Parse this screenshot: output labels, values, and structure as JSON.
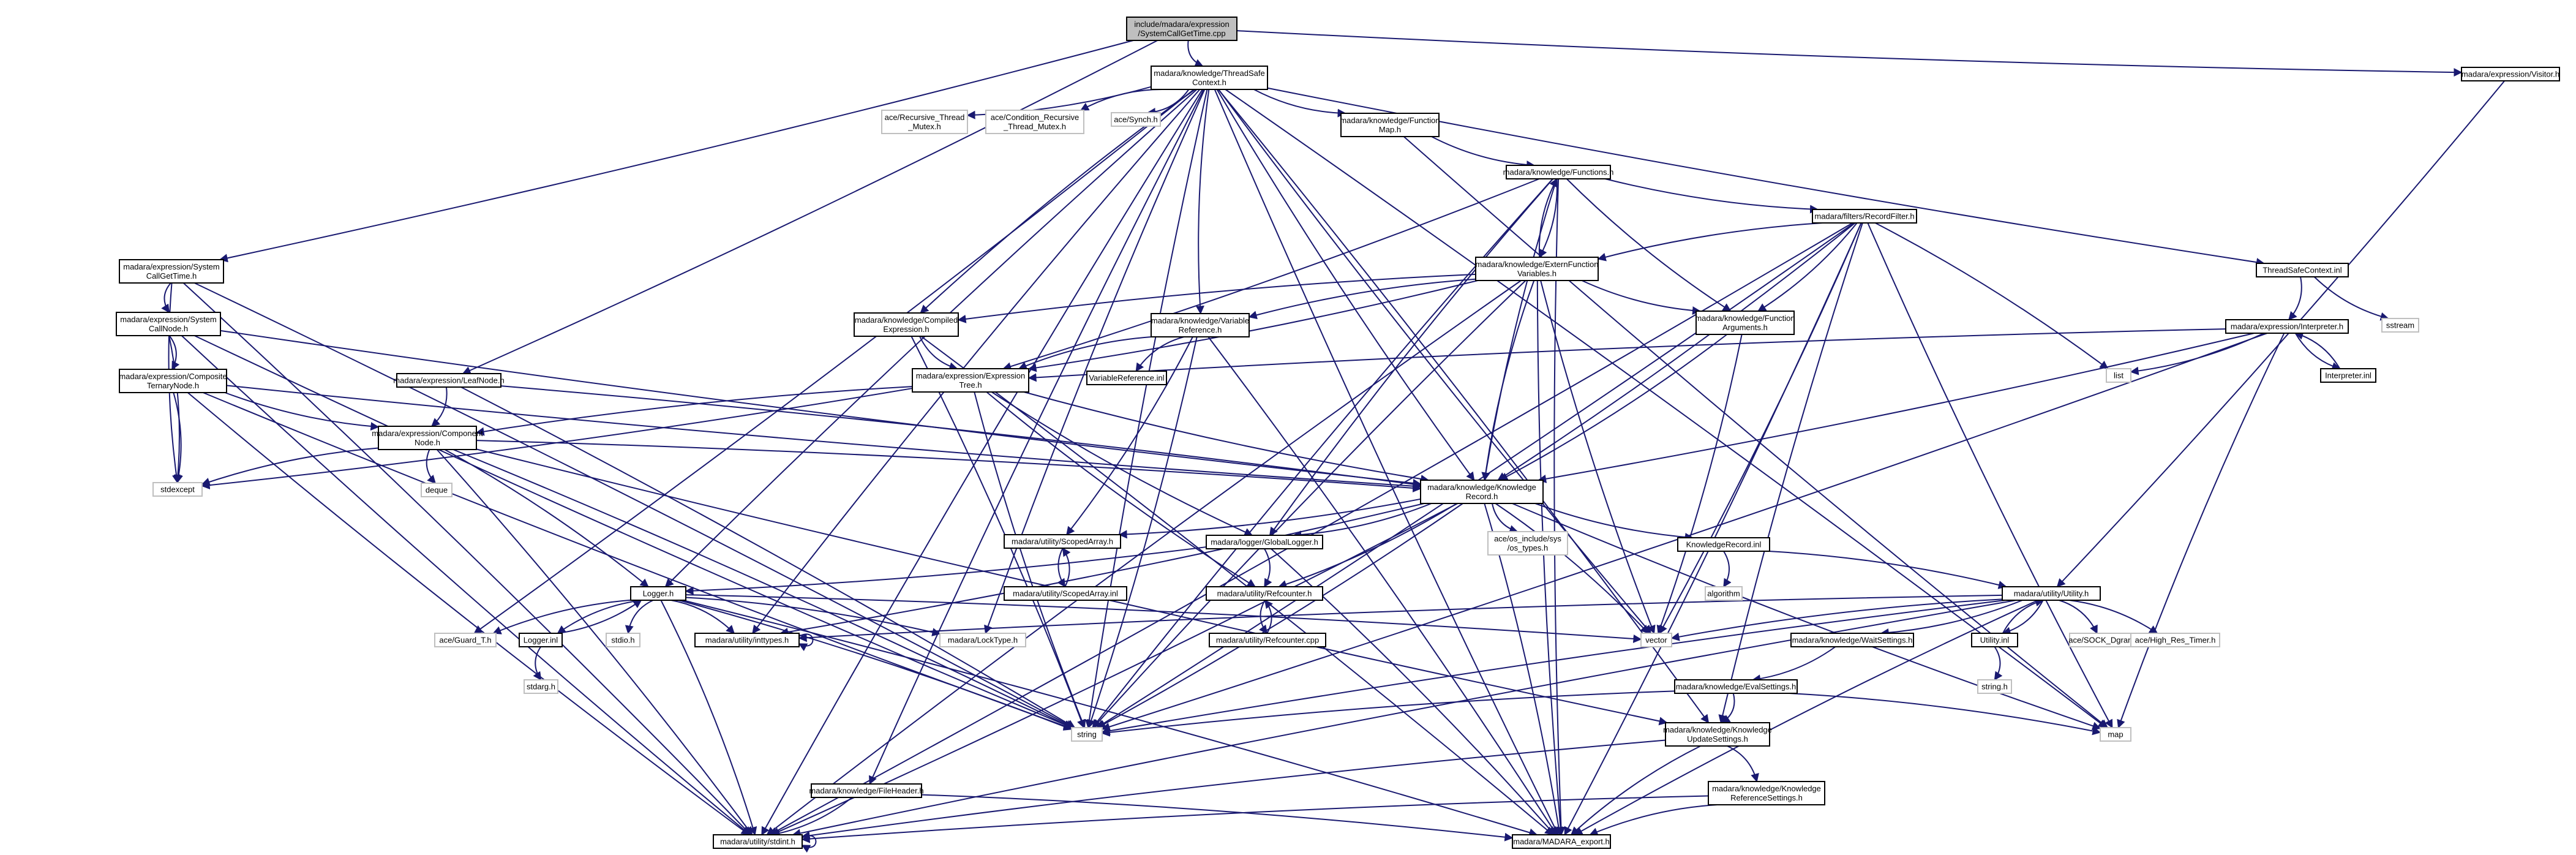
{
  "title": "include/madara/expression/SystemCallGetTime.cpp",
  "colors": {
    "root_fill": "#bfbfbf",
    "node_fill": "#ffffff",
    "node_border": "#000000",
    "external_border": "#bfbfbf",
    "edge": "#191970",
    "external_text": "#000000"
  },
  "nodes": [
    {
      "id": "root",
      "lines": [
        "include/madara/expression",
        "/SystemCallGetTime.cpp"
      ],
      "style": "root"
    },
    {
      "id": "tsc",
      "lines": [
        "madara/knowledge/ThreadSafe",
        "Context.h"
      ],
      "style": "node"
    },
    {
      "id": "visitor",
      "lines": [
        "madara/expression/Visitor.h"
      ],
      "style": "node"
    },
    {
      "id": "scgt",
      "lines": [
        "madara/expression/System",
        "CallGetTime.h"
      ],
      "style": "node"
    },
    {
      "id": "scn",
      "lines": [
        "madara/expression/System",
        "CallNode.h"
      ],
      "style": "node"
    },
    {
      "id": "ctn",
      "lines": [
        "madara/expression/Composite",
        "TernaryNode.h"
      ],
      "style": "node"
    },
    {
      "id": "leaf",
      "lines": [
        "madara/expression/LeafNode.h"
      ],
      "style": "node"
    },
    {
      "id": "comp",
      "lines": [
        "madara/expression/Component",
        "Node.h"
      ],
      "style": "node"
    },
    {
      "id": "rtm",
      "lines": [
        "ace/Recursive_Thread",
        "_Mutex.h"
      ],
      "style": "ext"
    },
    {
      "id": "crtm",
      "lines": [
        "ace/Condition_Recursive",
        "_Thread_Mutex.h"
      ],
      "style": "ext"
    },
    {
      "id": "synch",
      "lines": [
        "ace/Synch.h"
      ],
      "style": "ext"
    },
    {
      "id": "fmap",
      "lines": [
        "madara/knowledge/Function",
        "Map.h"
      ],
      "style": "node"
    },
    {
      "id": "funcs",
      "lines": [
        "madara/knowledge/Functions.h"
      ],
      "style": "node"
    },
    {
      "id": "rf",
      "lines": [
        "madara/filters/RecordFilter.h"
      ],
      "style": "node"
    },
    {
      "id": "efv",
      "lines": [
        "madara/knowledge/ExternFunction",
        "Variables.h"
      ],
      "style": "node"
    },
    {
      "id": "cexp",
      "lines": [
        "madara/knowledge/Compiled",
        "Expression.h"
      ],
      "style": "node"
    },
    {
      "id": "vref",
      "lines": [
        "madara/knowledge/Variable",
        "Reference.h"
      ],
      "style": "node"
    },
    {
      "id": "farg",
      "lines": [
        "madara/knowledge/Function",
        "Arguments.h"
      ],
      "style": "node"
    },
    {
      "id": "tsci",
      "lines": [
        "ThreadSafeContext.inl"
      ],
      "style": "node"
    },
    {
      "id": "sstream",
      "lines": [
        "sstream"
      ],
      "style": "ext"
    },
    {
      "id": "interp",
      "lines": [
        "madara/expression/Interpreter.h"
      ],
      "style": "node"
    },
    {
      "id": "list",
      "lines": [
        "list"
      ],
      "style": "ext"
    },
    {
      "id": "interpi",
      "lines": [
        "Interpreter.inl"
      ],
      "style": "node"
    },
    {
      "id": "etree",
      "lines": [
        "madara/expression/Expression",
        "Tree.h"
      ],
      "style": "node"
    },
    {
      "id": "vrefi",
      "lines": [
        "VariableReference.inl"
      ],
      "style": "node"
    },
    {
      "id": "stdexcept",
      "lines": [
        "stdexcept"
      ],
      "style": "ext"
    },
    {
      "id": "deque",
      "lines": [
        "deque"
      ],
      "style": "ext"
    },
    {
      "id": "kr",
      "lines": [
        "madara/knowledge/Knowledge",
        "Record.h"
      ],
      "style": "node"
    },
    {
      "id": "ostypes",
      "lines": [
        "ace/os_include/sys",
        "/os_types.h"
      ],
      "style": "ext"
    },
    {
      "id": "kri",
      "lines": [
        "KnowledgeRecord.inl"
      ],
      "style": "node"
    },
    {
      "id": "algorithm",
      "lines": [
        "algorithm"
      ],
      "style": "ext"
    },
    {
      "id": "sarr",
      "lines": [
        "madara/utility/ScopedArray.h"
      ],
      "style": "node"
    },
    {
      "id": "sarri",
      "lines": [
        "madara/utility/ScopedArray.inl"
      ],
      "style": "node"
    },
    {
      "id": "glog",
      "lines": [
        "madara/logger/GlobalLogger.h"
      ],
      "style": "node"
    },
    {
      "id": "refc",
      "lines": [
        "madara/utility/Refcounter.h"
      ],
      "style": "node"
    },
    {
      "id": "refcc",
      "lines": [
        "madara/utility/Refcounter.cpp"
      ],
      "style": "node"
    },
    {
      "id": "utilh",
      "lines": [
        "madara/utility/Utility.h"
      ],
      "style": "node"
    },
    {
      "id": "logger",
      "lines": [
        "Logger.h"
      ],
      "style": "node"
    },
    {
      "id": "guard",
      "lines": [
        "ace/Guard_T.h"
      ],
      "style": "ext"
    },
    {
      "id": "loggeri",
      "lines": [
        "Logger.inl"
      ],
      "style": "node"
    },
    {
      "id": "stdio",
      "lines": [
        "stdio.h"
      ],
      "style": "ext"
    },
    {
      "id": "inttypes",
      "lines": [
        "madara/utility/inttypes.h"
      ],
      "style": "node"
    },
    {
      "id": "locktype",
      "lines": [
        "madara/LockType.h"
      ],
      "style": "ext"
    },
    {
      "id": "vector",
      "lines": [
        "vector"
      ],
      "style": "ext"
    },
    {
      "id": "stdarg",
      "lines": [
        "stdarg.h"
      ],
      "style": "ext"
    },
    {
      "id": "waits",
      "lines": [
        "madara/knowledge/WaitSettings.h"
      ],
      "style": "node"
    },
    {
      "id": "utili",
      "lines": [
        "Utility.inl"
      ],
      "style": "node"
    },
    {
      "id": "sockd",
      "lines": [
        "ace/SOCK_Dgram.h"
      ],
      "style": "ext"
    },
    {
      "id": "hrt",
      "lines": [
        "ace/High_Res_Timer.h"
      ],
      "style": "ext"
    },
    {
      "id": "stringh",
      "lines": [
        "string.h"
      ],
      "style": "ext"
    },
    {
      "id": "evals",
      "lines": [
        "madara/knowledge/EvalSettings.h"
      ],
      "style": "node"
    },
    {
      "id": "string",
      "lines": [
        "string"
      ],
      "style": "ext"
    },
    {
      "id": "kus",
      "lines": [
        "madara/knowledge/Knowledge",
        "UpdateSettings.h"
      ],
      "style": "node"
    },
    {
      "id": "map",
      "lines": [
        "map"
      ],
      "style": "ext"
    },
    {
      "id": "fh",
      "lines": [
        "madara/knowledge/FileHeader.h"
      ],
      "style": "node"
    },
    {
      "id": "krs",
      "lines": [
        "madara/knowledge/Knowledge",
        "ReferenceSettings.h"
      ],
      "style": "node"
    },
    {
      "id": "stdint",
      "lines": [
        "madara/utility/stdint.h"
      ],
      "style": "node"
    },
    {
      "id": "export",
      "lines": [
        "madara/MADARA_export.h"
      ],
      "style": "node"
    }
  ],
  "edges": [
    [
      "root",
      "tsc"
    ],
    [
      "root",
      "visitor"
    ],
    [
      "root",
      "scgt"
    ],
    [
      "root",
      "leaf"
    ],
    [
      "tsc",
      "rtm"
    ],
    [
      "tsc",
      "crtm"
    ],
    [
      "tsc",
      "synch"
    ],
    [
      "tsc",
      "fmap"
    ],
    [
      "tsc",
      "cexp"
    ],
    [
      "tsc",
      "vref"
    ],
    [
      "tsc",
      "tsci"
    ],
    [
      "tsc",
      "logger"
    ],
    [
      "tsc",
      "guard"
    ],
    [
      "tsc",
      "inttypes"
    ],
    [
      "tsc",
      "string"
    ],
    [
      "tsc",
      "kr"
    ],
    [
      "tsc",
      "vector"
    ],
    [
      "tsc",
      "kus"
    ],
    [
      "tsc",
      "map"
    ],
    [
      "tsc",
      "stdint"
    ],
    [
      "tsc",
      "export"
    ],
    [
      "tsc",
      "fh"
    ],
    [
      "tsc",
      "locktype"
    ],
    [
      "fmap",
      "funcs"
    ],
    [
      "fmap",
      "map"
    ],
    [
      "funcs",
      "rf"
    ],
    [
      "funcs",
      "efv"
    ],
    [
      "funcs",
      "farg"
    ],
    [
      "funcs",
      "kr"
    ],
    [
      "funcs",
      "etree"
    ],
    [
      "funcs",
      "glog"
    ],
    [
      "funcs",
      "string"
    ],
    [
      "funcs",
      "export"
    ],
    [
      "rf",
      "efv"
    ],
    [
      "rf",
      "farg"
    ],
    [
      "rf",
      "kr"
    ],
    [
      "rf",
      "list"
    ],
    [
      "rf",
      "string"
    ],
    [
      "rf",
      "vector"
    ],
    [
      "rf",
      "kus"
    ],
    [
      "rf",
      "stdint"
    ],
    [
      "rf",
      "map"
    ],
    [
      "rf",
      "export"
    ],
    [
      "efv",
      "funcs"
    ],
    [
      "efv",
      "cexp"
    ],
    [
      "efv",
      "vref"
    ],
    [
      "efv",
      "farg"
    ],
    [
      "efv",
      "etree"
    ],
    [
      "efv",
      "kr"
    ],
    [
      "efv",
      "string"
    ],
    [
      "efv",
      "vector"
    ],
    [
      "efv",
      "stdint"
    ],
    [
      "efv",
      "export"
    ],
    [
      "cexp",
      "etree"
    ],
    [
      "cexp",
      "string"
    ],
    [
      "cexp",
      "export"
    ],
    [
      "vref",
      "vrefi"
    ],
    [
      "vref",
      "etree"
    ],
    [
      "vref",
      "sarr"
    ],
    [
      "vref",
      "string"
    ],
    [
      "vref",
      "export"
    ],
    [
      "farg",
      "kr"
    ],
    [
      "farg",
      "vector"
    ],
    [
      "tsci",
      "interp"
    ],
    [
      "tsci",
      "sstream"
    ],
    [
      "interp",
      "interpi"
    ],
    [
      "interp",
      "list"
    ],
    [
      "interp",
      "map"
    ],
    [
      "interp",
      "etree"
    ],
    [
      "interp",
      "kr"
    ],
    [
      "interp",
      "string"
    ],
    [
      "interpi",
      "interp"
    ],
    [
      "etree",
      "comp"
    ],
    [
      "etree",
      "kr"
    ],
    [
      "etree",
      "glog"
    ],
    [
      "etree",
      "refc"
    ],
    [
      "etree",
      "stdexcept"
    ],
    [
      "etree",
      "string"
    ],
    [
      "scgt",
      "scn"
    ],
    [
      "scgt",
      "stdexcept"
    ],
    [
      "scgt",
      "string"
    ],
    [
      "scgt",
      "stdint"
    ],
    [
      "scn",
      "ctn"
    ],
    [
      "scn",
      "kr"
    ],
    [
      "scn",
      "stdexcept"
    ],
    [
      "scn",
      "string"
    ],
    [
      "scn",
      "stdint"
    ],
    [
      "ctn",
      "comp"
    ],
    [
      "ctn",
      "kr"
    ],
    [
      "ctn",
      "stdexcept"
    ],
    [
      "ctn",
      "string"
    ],
    [
      "ctn",
      "stdint"
    ],
    [
      "leaf",
      "comp"
    ],
    [
      "leaf",
      "kr"
    ],
    [
      "leaf",
      "string"
    ],
    [
      "comp",
      "kr"
    ],
    [
      "comp",
      "logger"
    ],
    [
      "comp",
      "stdexcept"
    ],
    [
      "comp",
      "deque"
    ],
    [
      "comp",
      "string"
    ],
    [
      "comp",
      "stdint"
    ],
    [
      "comp",
      "kus"
    ],
    [
      "kr",
      "kri"
    ],
    [
      "kr",
      "sarr"
    ],
    [
      "kr",
      "glog"
    ],
    [
      "kr",
      "refc"
    ],
    [
      "kr",
      "ostypes"
    ],
    [
      "kr",
      "vector"
    ],
    [
      "kr",
      "inttypes"
    ],
    [
      "kr",
      "string"
    ],
    [
      "kr",
      "map"
    ],
    [
      "kr",
      "stdint"
    ],
    [
      "kr",
      "export"
    ],
    [
      "kri",
      "algorithm"
    ],
    [
      "kri",
      "utilh"
    ],
    [
      "sarr",
      "sarri"
    ],
    [
      "sarri",
      "sarr"
    ],
    [
      "glog",
      "logger"
    ],
    [
      "glog",
      "refc"
    ],
    [
      "glog",
      "export"
    ],
    [
      "refc",
      "refcc"
    ],
    [
      "refcc",
      "refc"
    ],
    [
      "logger",
      "loggeri"
    ],
    [
      "logger",
      "guard"
    ],
    [
      "logger",
      "stdio"
    ],
    [
      "logger",
      "inttypes"
    ],
    [
      "logger",
      "locktype"
    ],
    [
      "logger",
      "vector"
    ],
    [
      "logger",
      "string"
    ],
    [
      "logger",
      "stdint"
    ],
    [
      "logger",
      "export"
    ],
    [
      "loggeri",
      "logger"
    ],
    [
      "loggeri",
      "stdarg"
    ],
    [
      "inttypes",
      "inttypes"
    ],
    [
      "utilh",
      "utili"
    ],
    [
      "utilh",
      "sockd"
    ],
    [
      "utilh",
      "hrt"
    ],
    [
      "utilh",
      "waits"
    ],
    [
      "utilh",
      "vector"
    ],
    [
      "utilh",
      "string"
    ],
    [
      "utilh",
      "inttypes"
    ],
    [
      "utilh",
      "export"
    ],
    [
      "utilh",
      "stdint"
    ],
    [
      "utili",
      "utilh"
    ],
    [
      "utili",
      "stringh"
    ],
    [
      "waits",
      "evals"
    ],
    [
      "evals",
      "kus"
    ],
    [
      "evals",
      "string"
    ],
    [
      "evals",
      "map"
    ],
    [
      "kus",
      "krs"
    ],
    [
      "kus",
      "stdint"
    ],
    [
      "kus",
      "export"
    ],
    [
      "krs",
      "stdint"
    ],
    [
      "krs",
      "export"
    ],
    [
      "fh",
      "stdint"
    ],
    [
      "fh",
      "export"
    ],
    [
      "stdint",
      "stdint"
    ],
    [
      "visitor",
      "utilh"
    ]
  ]
}
